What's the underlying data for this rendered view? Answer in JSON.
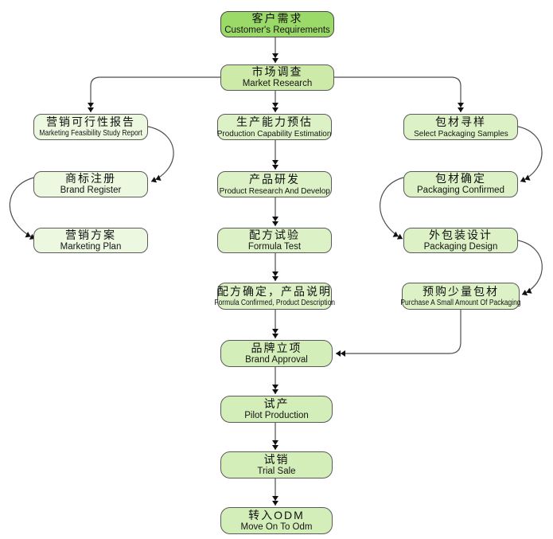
{
  "diagram": {
    "type": "flowchart",
    "colors": {
      "node_start_fill": "#9bda68",
      "node_medium_fill": "#cdeaa8",
      "node_light_fill": "#dcf2c6",
      "node_pale_fill": "#edf8e1",
      "node_bottom_fill": "#d4eeba",
      "border": "#5a5a5a",
      "connector": "#4d4d4d",
      "arrowhead": "#111111"
    }
  },
  "nodes": [
    {
      "id": "customer-requirements",
      "zh": "客户需求",
      "en": "Customer's Requirements"
    },
    {
      "id": "market-research",
      "zh": "市场调查",
      "en": "Market Research"
    },
    {
      "id": "marketing-feasibility-study-report",
      "zh": "营销可行性报告",
      "en": "Marketing Feasibility Study Report"
    },
    {
      "id": "brand-register",
      "zh": "商标注册",
      "en": "Brand Register"
    },
    {
      "id": "marketing-plan",
      "zh": "营销方案",
      "en": "Marketing Plan"
    },
    {
      "id": "production-capability-estimation",
      "zh": "生产能力预估",
      "en": "Production Capability Estimation"
    },
    {
      "id": "product-research-and-develop",
      "zh": "产品研发",
      "en": "Product Research And Develop"
    },
    {
      "id": "formula-test",
      "zh": "配方试验",
      "en": "Formula Test"
    },
    {
      "id": "formula-confirmed-product-description",
      "zh": "配方确定，产品说明",
      "en": "Formula Confirmed, Product Description"
    },
    {
      "id": "brand-approval",
      "zh": "品牌立项",
      "en": "Brand Approval"
    },
    {
      "id": "pilot-production",
      "zh": "试产",
      "en": "Pilot Production"
    },
    {
      "id": "trial-sale",
      "zh": "试销",
      "en": "Trial Sale"
    },
    {
      "id": "move-on-to-odm",
      "zh": "转入ODM",
      "en": "Move On To Odm"
    },
    {
      "id": "select-packaging-samples",
      "zh": "包材寻样",
      "en": "Select Packaging Samples"
    },
    {
      "id": "packaging-confirmed",
      "zh": "包材确定",
      "en": "Packaging Confirmed"
    },
    {
      "id": "packaging-design",
      "zh": "外包装设计",
      "en": "Packaging Design"
    },
    {
      "id": "purchase-small-amount-packaging",
      "zh": "预购少量包材",
      "en": "Purchase A Small Amount Of Packaging"
    }
  ],
  "edges": [
    {
      "from": "customer-requirements",
      "to": "market-research"
    },
    {
      "from": "market-research",
      "to": "marketing-feasibility-study-report"
    },
    {
      "from": "market-research",
      "to": "production-capability-estimation"
    },
    {
      "from": "market-research",
      "to": "select-packaging-samples"
    },
    {
      "from": "marketing-feasibility-study-report",
      "to": "brand-register"
    },
    {
      "from": "brand-register",
      "to": "marketing-plan"
    },
    {
      "from": "production-capability-estimation",
      "to": "product-research-and-develop"
    },
    {
      "from": "product-research-and-develop",
      "to": "formula-test"
    },
    {
      "from": "formula-test",
      "to": "formula-confirmed-product-description"
    },
    {
      "from": "formula-confirmed-product-description",
      "to": "brand-approval"
    },
    {
      "from": "select-packaging-samples",
      "to": "packaging-confirmed"
    },
    {
      "from": "packaging-confirmed",
      "to": "packaging-design"
    },
    {
      "from": "packaging-design",
      "to": "purchase-small-amount-packaging"
    },
    {
      "from": "purchase-small-amount-packaging",
      "to": "brand-approval"
    },
    {
      "from": "brand-approval",
      "to": "pilot-production"
    },
    {
      "from": "pilot-production",
      "to": "trial-sale"
    },
    {
      "from": "trial-sale",
      "to": "move-on-to-odm"
    }
  ]
}
